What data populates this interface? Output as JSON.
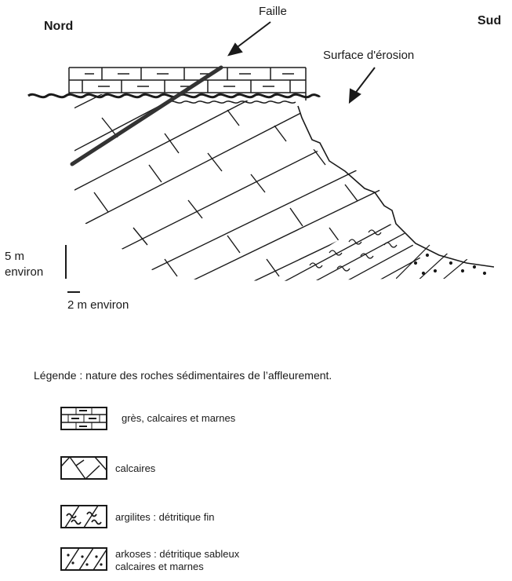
{
  "section": {
    "north_label": "Nord",
    "south_label": "Sud",
    "fault_label": "Faille",
    "erosion_label": "Surface d'érosion",
    "scale_vertical_value": "5 m",
    "scale_vertical_unit": "environ",
    "scale_horizontal": "2 m environ"
  },
  "legend": {
    "title": "Légende : nature des roches sédimentaires de l’affleurement.",
    "items": [
      {
        "pattern": "brick-limestone-marl",
        "lines": [
          "grès, calcaires et marnes"
        ]
      },
      {
        "pattern": "fractured-limestone",
        "lines": [
          "calcaires"
        ]
      },
      {
        "pattern": "wavy-clay",
        "lines": [
          "argilites : détritique fin"
        ]
      },
      {
        "pattern": "dotted-arkose",
        "lines": [
          "arkoses : détritique sableux",
          "calcaires et marnes"
        ]
      }
    ]
  }
}
